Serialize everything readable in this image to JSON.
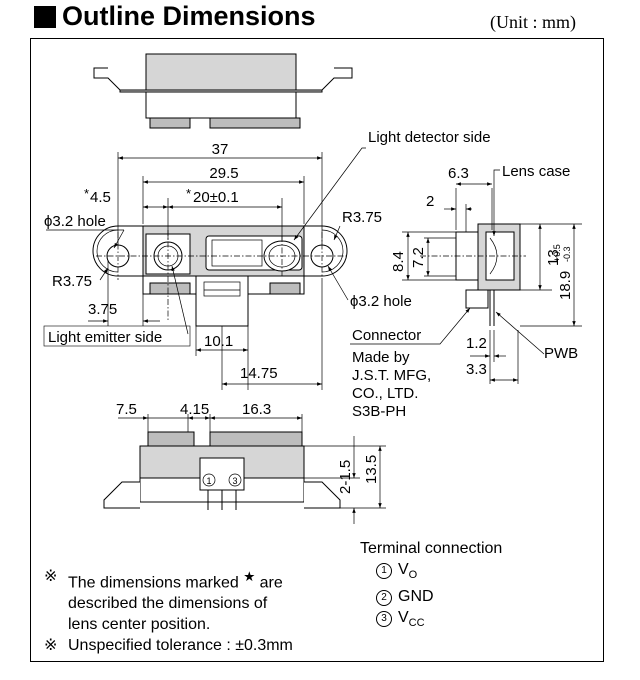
{
  "header": {
    "title": "Outline Dimensions",
    "unit": "(Unit : mm)"
  },
  "front_view": {
    "dim_overall": "37",
    "dim_center_span": "29.5",
    "dim_left_offset": "4.5",
    "dim_center_pitch": "20±0.1",
    "hole_left": "ϕ3.2 hole",
    "hole_right": "ϕ3.2 hole",
    "radius_left": "R3.75",
    "radius_right": "R3.75",
    "dim_bottom_left": "3.75",
    "dim_connector_width": "10.1",
    "dim_connector_offset": "14.75",
    "label_detector": "Light detector side",
    "label_emitter": "Light emitter side",
    "star_mark": "*"
  },
  "side_view": {
    "label_lens_case": "Lens case",
    "dim_6_3": "6.3",
    "dim_2": "2",
    "dim_8_4": "8.4",
    "dim_7_2": "7.2",
    "dim_13": "13",
    "dim_18_9": "18.9",
    "tol_plus": "+0.5",
    "tol_minus": "-0.3",
    "dim_1_2": "1.2",
    "dim_3_3": "3.3",
    "label_pwb": "PWB",
    "label_connector": "Connector",
    "connector_maker": [
      "Made by",
      "J.S.T. MFG,",
      "CO., LTD.",
      "S3B-PH"
    ]
  },
  "bottom_view": {
    "dim_7_5": "7.5",
    "dim_4_15": "4.15",
    "dim_16_3": "16.3",
    "dim_13_5": "13.5",
    "dim_2_1_5": "2-1.5",
    "pin_1": "1",
    "pin_3": "3"
  },
  "notes": {
    "mark": "※",
    "star_pre": "The dimensions marked",
    "star_post": "are",
    "line2": "described the dimensions of",
    "line3": "lens center position.",
    "tolerance": "Unspecified tolerance : ±0.3mm"
  },
  "terminal": {
    "title": "Terminal connection",
    "items": [
      {
        "num": "1",
        "name": "V",
        "sub": "O"
      },
      {
        "num": "2",
        "name": "GND",
        "sub": ""
      },
      {
        "num": "3",
        "name": "V",
        "sub": "CC"
      }
    ]
  }
}
